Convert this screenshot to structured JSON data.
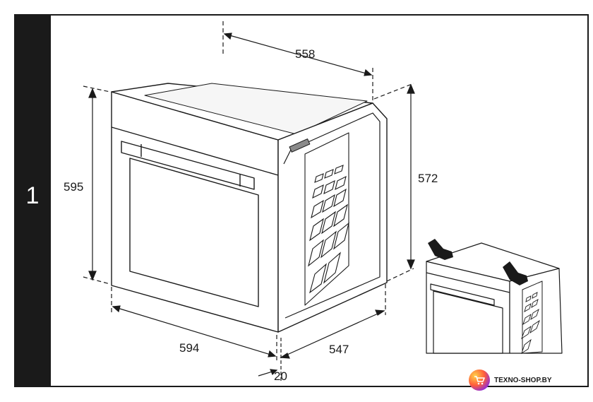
{
  "step_number": "1",
  "dimensions": {
    "top_width": "558",
    "height_left": "595",
    "height_right": "572",
    "front_width": "594",
    "depth": "547",
    "front_offset": "20"
  },
  "watermark": {
    "logo_icon": "shopping-cart-icon",
    "text": "TEXNO-SHOP.BY"
  }
}
